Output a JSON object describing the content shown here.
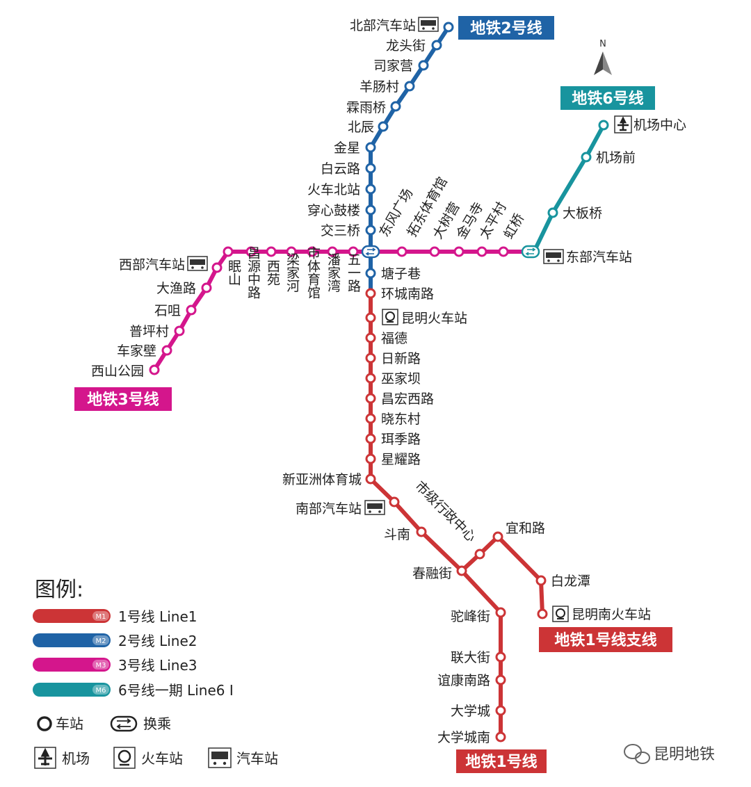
{
  "colors": {
    "line1": "#cc3436",
    "line2": "#1f63a6",
    "line3": "#d4168c",
    "line6": "#18949e"
  },
  "badges": {
    "line2": "地铁2号线",
    "line6": "地铁6号线",
    "line3": "地铁3号线",
    "line1_branch": "地铁1号线支线",
    "line1": "地铁1号线"
  },
  "compass": {
    "label": "N"
  },
  "stations": {
    "beibu": "北部汽车站",
    "longtoujie": "龙头街",
    "sijiaying": "司家营",
    "yangchangcun": "羊肠村",
    "linyuqiao": "霖雨桥",
    "beichen": "北辰",
    "jinxing": "金星",
    "baiyunlu": "白云路",
    "huochebeizhan": "火车北站",
    "chuanxingulou": "穿心鼓楼",
    "jiaosanqiao": "交三桥",
    "dongfengguangchang": "东风广场",
    "tuodongtiyuguan": "拓东体育馆",
    "dashuying": "大树营",
    "jinmasi": "金马寺",
    "taipingcun": "太平村",
    "hongqiao": "虹桥",
    "dongbu": "东部汽车站",
    "jichangzhongxin": "机场中心",
    "jichangqian": "机场前",
    "dabanqiao": "大板桥",
    "xibu": "西部汽车站",
    "dayulu": "大渔路",
    "shizui": "石咀",
    "pupingcun": "普坪村",
    "chejiabi": "车家壁",
    "xishangongyuan": "西山公园",
    "mianshan": "眠山",
    "changyuanzhonglu": "昌源中路",
    "xiyuan": "西苑",
    "liangjiahe": "梁家河",
    "shitiyuguan": "市体育馆",
    "panjiawan": "潘家湾",
    "wuyilu": "五一路",
    "tangzixiang": "塘子巷",
    "huanchengnanlu": "环城南路",
    "kunminghuochezhan": "昆明火车站",
    "fude": "福德",
    "rixinlu": "日新路",
    "wujiaba": "巫家坝",
    "changhongxilu": "昌宏西路",
    "xiaodongcun": "晓东村",
    "ejilu": "珥季路",
    "xingyaolu": "星耀路",
    "xinyazhou": "新亚洲体育城",
    "nanbu": "南部汽车站",
    "doubnan": "斗南",
    "chunrongjie": "春融街",
    "shijixingzheng": "市级行政中心",
    "yihelu": "宜和路",
    "bailongtan": "白龙潭",
    "kunmingnan": "昆明南火车站",
    "tuofengjie": "驼峰街",
    "liandajie": "联大街",
    "yikangnanlu": "谊康南路",
    "daxuecheng": "大学城",
    "daxuechengnan": "大学城南"
  },
  "legend": {
    "title": "图例:",
    "items": [
      {
        "pill": "M1",
        "label": "1号线 Line1"
      },
      {
        "pill": "M2",
        "label": "2号线 Line2"
      },
      {
        "pill": "M3",
        "label": "3号线 Line3"
      },
      {
        "pill": "M6",
        "label": "6号线一期   Line6 Ⅰ"
      }
    ],
    "station": "车站",
    "transfer": "换乘",
    "airport": "机场",
    "railway": "火车站",
    "bus": "汽车站"
  },
  "watermark": "昆明地铁"
}
